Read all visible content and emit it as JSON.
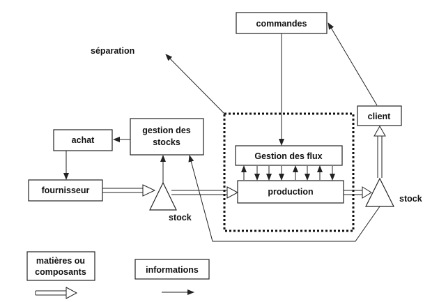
{
  "nodes": {
    "commandes": "commandes",
    "separation": "séparation",
    "client": "client",
    "achat": "achat",
    "gestion_stocks_line1": "gestion des",
    "gestion_stocks_line2": "stocks",
    "gestion_flux": "Gestion des flux",
    "fournisseur": "fournisseur",
    "production": "production",
    "stock_left": "stock",
    "stock_right": "stock"
  },
  "legend": {
    "materials_line1": "matières ou",
    "materials_line2": "composants",
    "informations": "informations"
  }
}
